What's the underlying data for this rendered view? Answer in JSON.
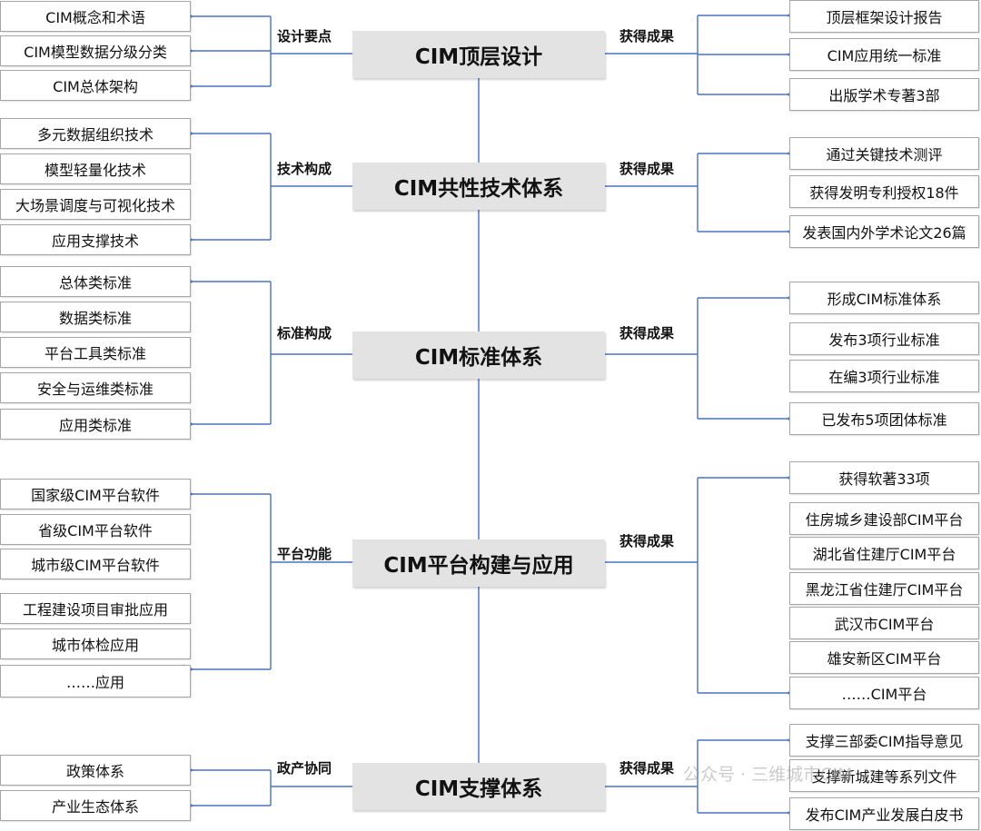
{
  "accent_color": "#4a72c4",
  "nodes": [
    {
      "title": "CIM顶层设计",
      "left_label": "设计要点",
      "right_label": "获得成果",
      "left_items": [
        "CIM概念和术语",
        "CIM模型数据分级分类",
        "CIM总体架构"
      ],
      "right_items": [
        "顶层框架设计报告",
        "CIM应用统一标准",
        "出版学术专著3部"
      ]
    },
    {
      "title": "CIM共性技术体系",
      "left_label": "技术构成",
      "right_label": "获得成果",
      "left_items": [
        "多元数据组织技术",
        "模型轻量化技术",
        "大场景调度与可视化技术",
        "应用支撑技术"
      ],
      "right_items": [
        "通过关键技术测评",
        "获得发明专利授权18件",
        "发表国内外学术论文26篇"
      ]
    },
    {
      "title": "CIM标准体系",
      "left_label": "标准构成",
      "right_label": "获得成果",
      "left_items": [
        "总体类标准",
        "数据类标准",
        "平台工具类标准",
        "安全与运维类标准",
        "应用类标准"
      ],
      "right_items": [
        "形成CIM标准体系",
        "发布3项行业标准",
        "在编3项行业标准",
        "已发布5项团体标准"
      ]
    },
    {
      "title": "CIM平台构建与应用",
      "left_label": "平台功能",
      "right_label": "获得成果",
      "left_items": [
        "国家级CIM平台软件",
        "省级CIM平台软件",
        "城市级CIM平台软件",
        "工程建设项目审批应用",
        "城市体检应用",
        "……应用"
      ],
      "right_items": [
        "获得软著33项",
        "住房城乡建设部CIM平台",
        "湖北省住建厅CIM平台",
        "黑龙江省住建厅CIM平台",
        "武汉市CIM平台",
        "雄安新区CIM平台",
        "……CIM平台"
      ]
    },
    {
      "title": "CIM支撑体系",
      "left_label": "政产协同",
      "right_label": "获得成果",
      "left_items": [
        "政策体系",
        "产业生态体系"
      ],
      "right_items": [
        "支撑三部委CIM指导意见",
        "支撑新城建等系列文件",
        "发布CIM产业发展白皮书"
      ]
    }
  ],
  "watermark": "公众号 · 三维城市CIM"
}
